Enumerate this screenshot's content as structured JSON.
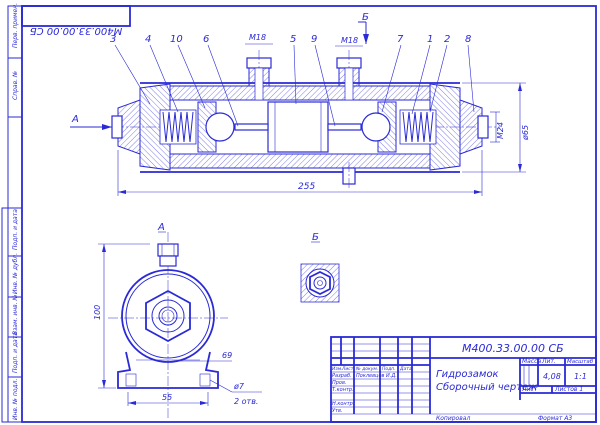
{
  "sheet_code_mirrored": "М400.33.00.00 СБ",
  "left_strip": [
    "Перв. примен.",
    "Справ. №",
    "Подп. и дата",
    "Инв. № дубл.",
    "Взам. инв. №",
    "Подп. и дата",
    "Инв. № подл."
  ],
  "callouts": [
    "3",
    "4",
    "10",
    "6",
    "5",
    "9",
    "7",
    "1",
    "2",
    "8"
  ],
  "thread_labels": {
    "left": "M18",
    "right": "M18"
  },
  "view_labels": {
    "arrow_a": "A",
    "arrow_b": "Б",
    "view_a": "А",
    "view_b": "Б"
  },
  "dimensions": {
    "overall_length": "255",
    "m24": "M24",
    "dia65": "ø65",
    "height": "100",
    "d69": "69",
    "d55": "55",
    "hole": "ø7",
    "holes": "2 отв."
  },
  "title_block": {
    "designation": "М400.33.00.00 СБ",
    "name_line1": "Гидрозамок",
    "name_line2": "Сборочный чертеж",
    "col_lit": "Лит.",
    "col_mass": "Масса",
    "col_scale": "Масштаб",
    "mass": "4,08",
    "scale": "1:1",
    "sheet": "Лист",
    "sheets": "Листов  1",
    "row_labels": [
      "Изм.",
      "Разраб.",
      "Пров.",
      "Т.контр.",
      "",
      "Н.контр.",
      "Утв."
    ],
    "hdr_list": "Лист",
    "hdr_doc": "№ докум.",
    "hdr_sign": "Подп.",
    "hdr_date": "Дата",
    "developer": "Поклевцов И.Д.",
    "copied": "Копировал",
    "format": "Формат    A3"
  }
}
